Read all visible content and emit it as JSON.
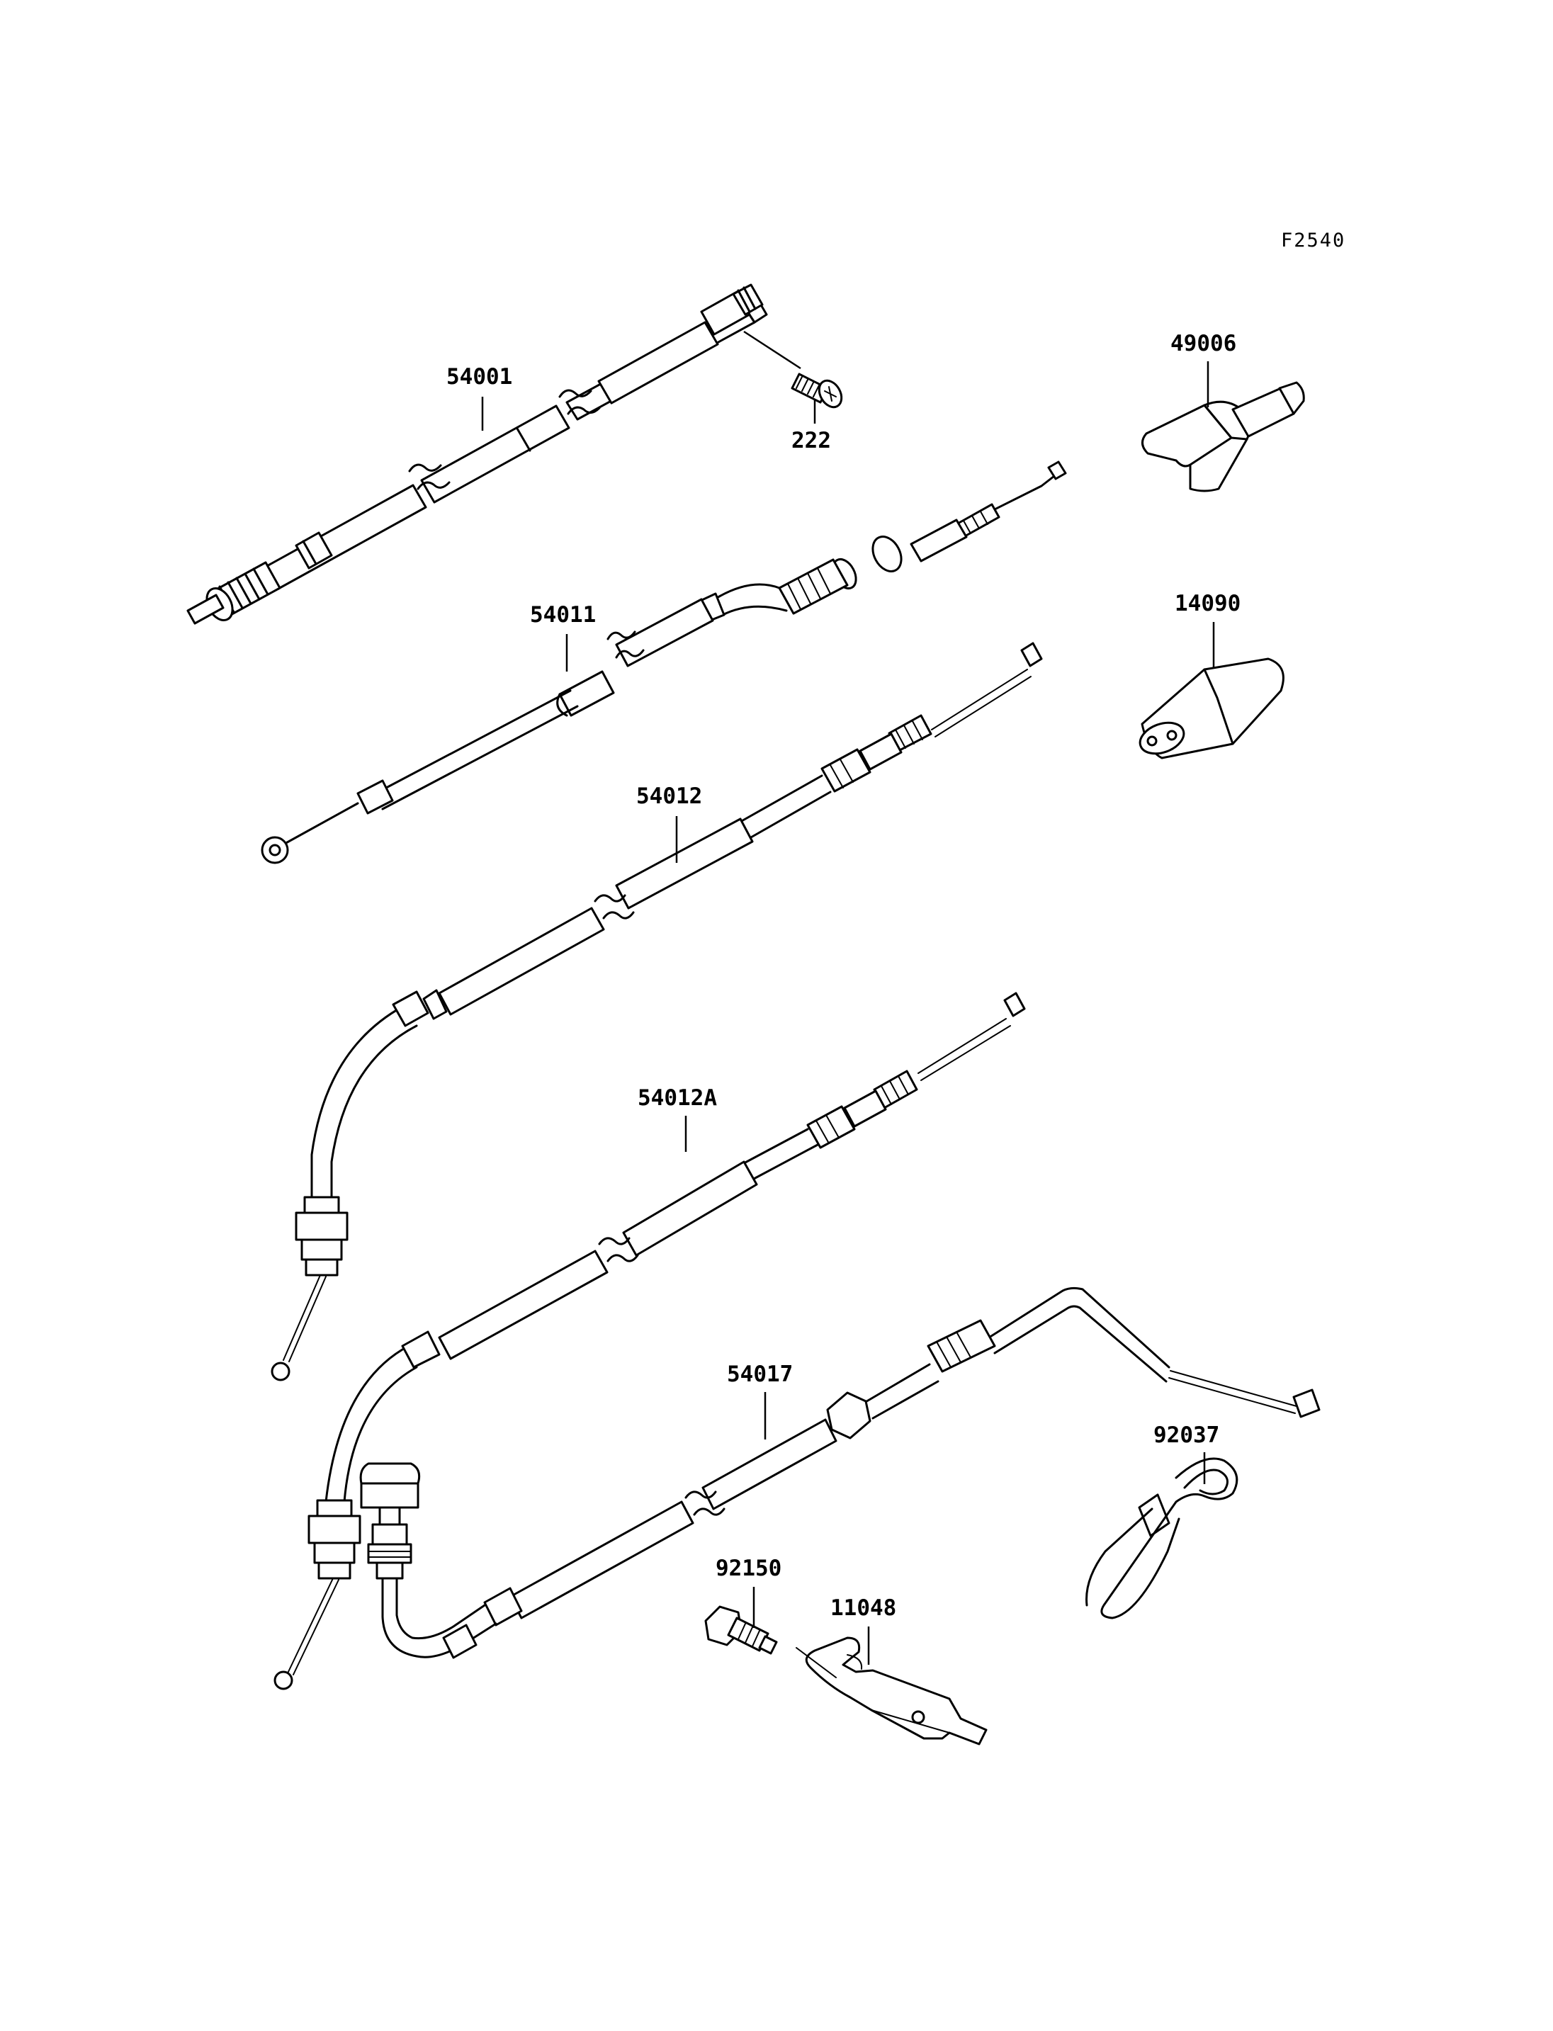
{
  "figure_code": "F2540",
  "parts": [
    {
      "id": "p54001",
      "number": "54001"
    },
    {
      "id": "p222",
      "number": "222"
    },
    {
      "id": "p49006",
      "number": "49006"
    },
    {
      "id": "p54011",
      "number": "54011"
    },
    {
      "id": "p14090",
      "number": "14090"
    },
    {
      "id": "p54012",
      "number": "54012"
    },
    {
      "id": "p54012A",
      "number": "54012A"
    },
    {
      "id": "p54017",
      "number": "54017"
    },
    {
      "id": "p92037",
      "number": "92037"
    },
    {
      "id": "p92150",
      "number": "92150"
    },
    {
      "id": "p11048",
      "number": "11048"
    }
  ]
}
